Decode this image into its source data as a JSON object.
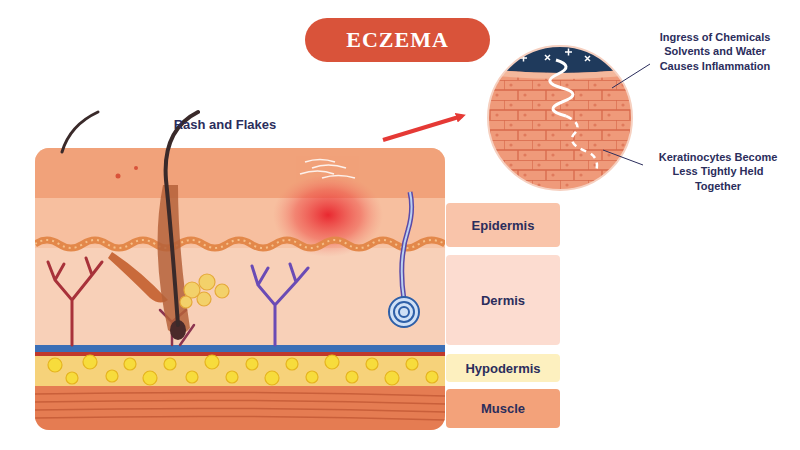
{
  "diagram": {
    "title": "ECZEMA",
    "nodes": [
      {
        "text": [
          "Epidermis"
        ]
      },
      {
        "text": [
          "Dermis"
        ]
      },
      {
        "text": [
          "Hypodermis"
        ]
      },
      {
        "text": [
          "Muscle"
        ]
      }
    ],
    "labels": [
      "Rash and Flakes",
      "Ingress of Chemicals Solvents and Water Causes Inflammation",
      "Keratinocytes Become Less Tightly Held Together"
    ]
  }
}
